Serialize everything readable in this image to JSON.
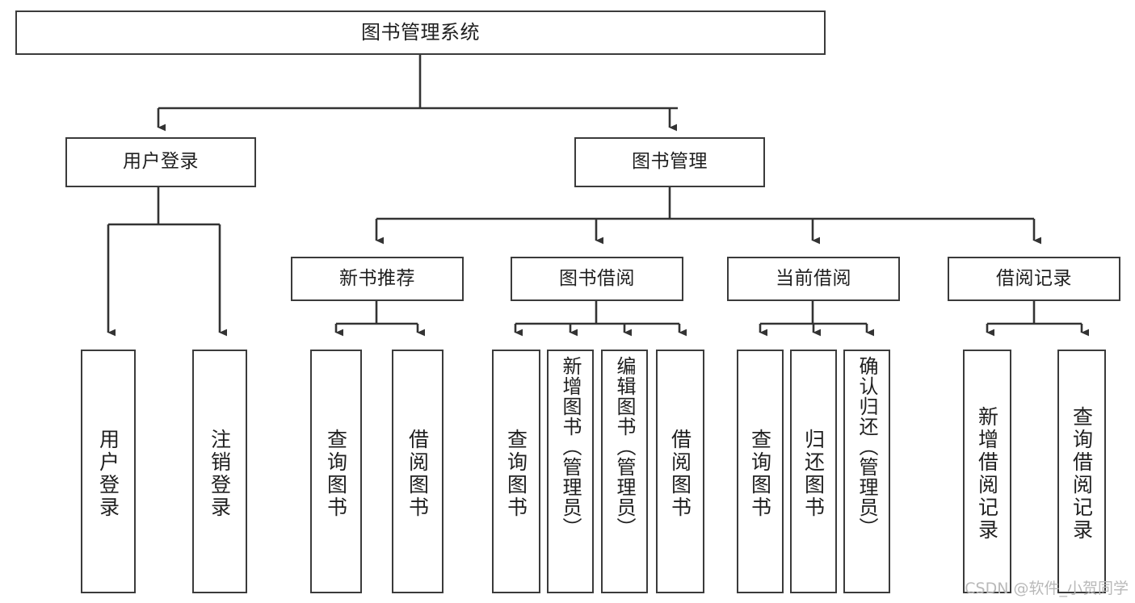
{
  "diagram": {
    "title": "图书管理系统",
    "type": "hierarchy-tree",
    "watermark": "CSDN @软件_小贺同学",
    "colors": {
      "box_border": "#3b3b3b",
      "box_fill": "#ffffff",
      "connector": "#333333",
      "text": "#1f1f1f",
      "watermark": "#b9b9b9"
    },
    "nodes": {
      "root": "图书管理系统",
      "level1": {
        "user_login": "用户登录",
        "book_manage": "图书管理"
      },
      "level2": {
        "new_book_recommend": "新书推荐",
        "book_borrow": "图书借阅",
        "current_borrow": "当前借阅",
        "borrow_record": "借阅记录"
      },
      "leaves": {
        "user_login_1": "用户登录",
        "user_login_2": "注销登录",
        "recommend_1": "查询图书",
        "recommend_2": "借阅图书",
        "borrow_1": "查询图书",
        "borrow_2": "新增图书（管理员）",
        "borrow_3": "编辑图书（管理员）",
        "borrow_4": "借阅图书",
        "current_1": "查询图书",
        "current_2": "归还图书",
        "current_3": "确认归还（管理员）",
        "record_1": "新增借阅记录",
        "record_2": "查询借阅记录"
      }
    },
    "edges": [
      "图书管理系统 → 用户登录",
      "图书管理系统 → 图书管理",
      "用户登录 → 用户登录",
      "用户登录 → 注销登录",
      "图书管理 → 新书推荐",
      "图书管理 → 图书借阅",
      "图书管理 → 当前借阅",
      "图书管理 → 借阅记录",
      "新书推荐 → 查询图书",
      "新书推荐 → 借阅图书",
      "图书借阅 → 查询图书",
      "图书借阅 → 新增图书（管理员）",
      "图书借阅 → 编辑图书（管理员）",
      "图书借阅 → 借阅图书",
      "当前借阅 → 查询图书",
      "当前借阅 → 归还图书",
      "当前借阅 → 确认归还（管理员）",
      "借阅记录 → 新增借阅记录",
      "借阅记录 → 查询借阅记录"
    ]
  }
}
